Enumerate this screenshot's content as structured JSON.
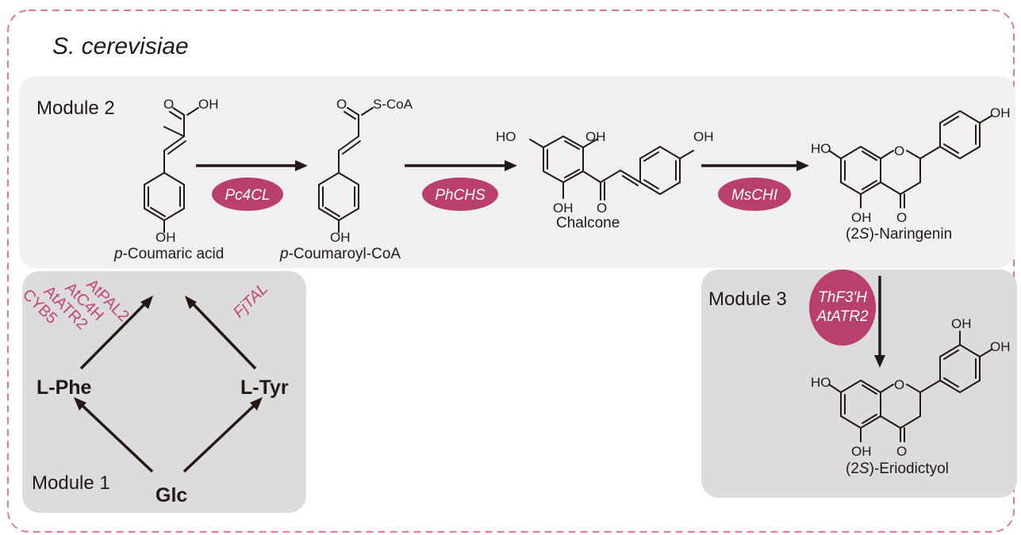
{
  "organism": "S. cerevisiae",
  "modules": {
    "m1": "Module 1",
    "m2": "Module 2",
    "m3": "Module 3"
  },
  "compounds": {
    "pca": {
      "prefix": "p",
      "rest": "-Coumaric acid"
    },
    "pcoa": {
      "prefix": "p",
      "rest": "-Coumaroyl-CoA"
    },
    "chalcone": "Chalcone",
    "naringenin": {
      "pre": "(2",
      "s": "S",
      "post": ")-Naringenin"
    },
    "eriodictyol": {
      "pre": "(2",
      "s": "S",
      "post": ")-Eriodictyol"
    },
    "phe": "L-Phe",
    "tyr": "L-Tyr",
    "glc": "Glc"
  },
  "enzymes": {
    "pc4cl": "Pc4CL",
    "phchs": "PhCHS",
    "mschi": "MsCHI",
    "thf3h": "ThF3'H",
    "atatr2": "AtATR2",
    "fjtal": "FjTAL",
    "phe_path": [
      "AtPAL2",
      "AtC4H",
      "AtATR2",
      "CYB5"
    ]
  },
  "atoms": {
    "O": "O",
    "OH": "OH",
    "HO": "HO",
    "SCoA": "S-CoA"
  },
  "colors": {
    "dashed_border": "#e07a8e",
    "module_2_bg": "#f0f0f0",
    "module_1_3_bg": "#dcdcdc",
    "enzyme_fill": "#b83f6e",
    "enzyme_text_pink": "#c2457a"
  }
}
